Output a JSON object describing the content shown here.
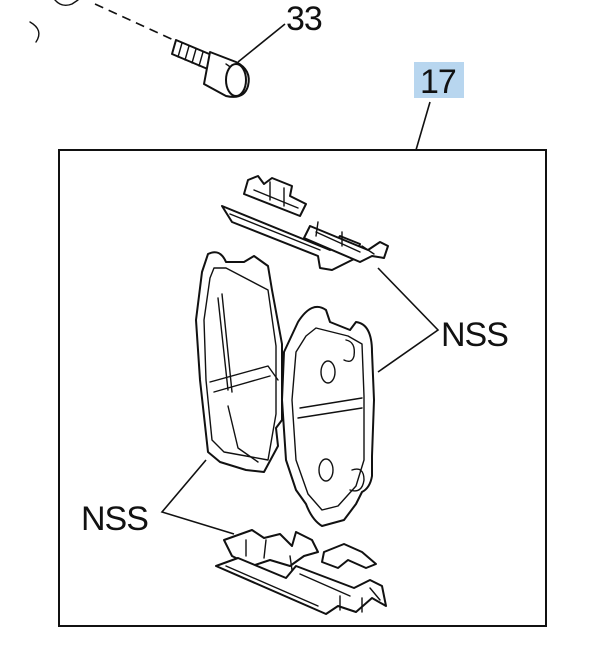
{
  "callouts": {
    "bolt_ref": "33",
    "kit_ref": "17",
    "nss_right": "NSS",
    "nss_left": "NSS"
  },
  "colors": {
    "highlight": "#b8d6ef",
    "line": "#111111",
    "background": "#ffffff"
  }
}
